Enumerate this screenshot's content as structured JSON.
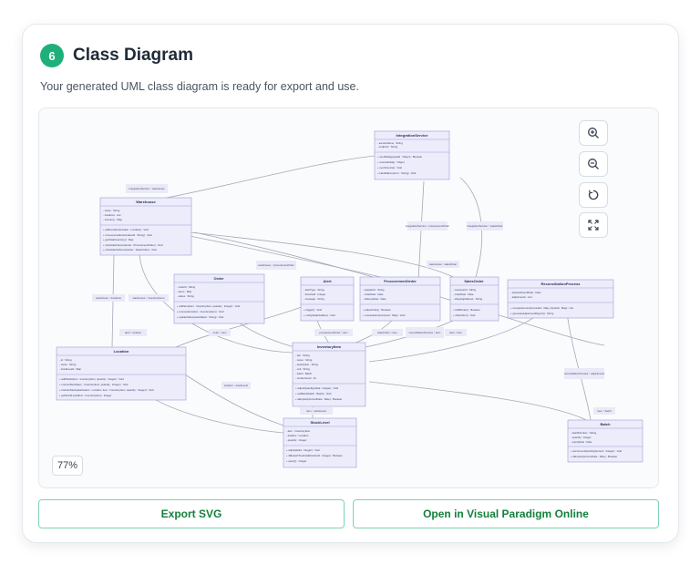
{
  "header": {
    "step_number": "6",
    "title": "Class Diagram",
    "subtitle": "Your generated UML class diagram is ready for export and use."
  },
  "toolbar": {
    "zoom_in_icon": "zoom-in-icon",
    "zoom_out_icon": "zoom-out-icon",
    "reset_icon": "reset-icon",
    "fullscreen_icon": "expand-icon",
    "zoom_level": "77%"
  },
  "actions": {
    "export_svg": "Export SVG",
    "open_vp": "Open in Visual Paradigm Online"
  },
  "colors": {
    "accent": "#1fb07a",
    "class_fill": "#ececfb",
    "class_stroke": "#9b9bd6",
    "edge": "#a8a8b8"
  },
  "diagram": {
    "classes": {
      "integration": {
        "name": "IntegrationService",
        "attrs": [
          "- serviceName : String",
          "- endpoint : String"
        ],
        "ops": [
          "+ sendData(payload : Object) : Boolean",
          "+ receiveData() : Object",
          "+ synchronize() : Void",
          "+ handleError(error : String) : Void"
        ]
      },
      "warehouse": {
        "name": "Warehouse",
        "attrs": [
          "- name : String",
          "- locations : List",
          "- inventory : Map"
        ],
        "ops": [
          "+ addLocation(location : Location) : Void",
          "+ removeLocation(locationId : String) : Void",
          "+ getTotalInventory() : Map",
          "+ scheduleInbound(order : ProcurementOrder) : Void",
          "+ scheduleOutbound(order : SalesOrder) : Void"
        ]
      },
      "order": {
        "name": "Order",
        "attrs": [
          "- orderId : String",
          "- items : Map",
          "- status : String"
        ],
        "ops": [
          "+ addItem(item : InventoryItem, quantity : Integer) : Void",
          "+ removeItem(item : InventoryItem) : Void",
          "+ updateStatus(newStatus : String) : Void"
        ]
      },
      "alert": {
        "name": "Alert",
        "attrs": [
          "- alertType : String",
          "- threshold : Integer",
          "- message : String"
        ],
        "ops": [
          "+ trigger() : Void",
          "+ notify(stakeholders) : Void"
        ]
      },
      "procurement": {
        "name": "ProcurementOrder",
        "attrs": [
          "- supplierId : String",
          "- orderDate : Date",
          "- deliveryDate : Date"
        ],
        "ops": [
          "+ placeOrder() : Boolean",
          "+ receiveItems(received : Map) : Void"
        ]
      },
      "sales": {
        "name": "SalesOrder",
        "attrs": [
          "- customerId : String",
          "- orderDate : Date",
          "- shippingAddress : String"
        ],
        "ops": [
          "+ fulfillOrder() : Boolean",
          "+ shipOrder() : Void"
        ]
      },
      "reconciliation": {
        "name": "ReconciliationProcess",
        "attrs": [
          "- physicalCountDate : Date",
          "- adjustments : List"
        ],
        "ops": [
          "+ compareCounts(recorded : Map, physical : Map) : List",
          "+ generateAdjustmentReport() : String"
        ]
      },
      "location": {
        "name": "Location",
        "attrs": [
          "- id : String",
          "- name : String",
          "- stockLevels : Map"
        ],
        "ops": [
          "+ addStock(item : InventoryItem, quantity : Integer) : Void",
          "+ removeStock(item : InventoryItem, quantity : Integer) : Void",
          "+ transferStock(destination : Location, item : InventoryItem, quantity : Integer) : Void",
          "+ getStockLevel(item : InventoryItem) : Integer"
        ]
      },
      "inventory": {
        "name": "InventoryItem",
        "attrs": [
          "- sku : String",
          "- name : String",
          "- description : String",
          "- unit : String",
          "- batch : Batch",
          "- reorderLevel : Int"
        ],
        "ops": [
          "+ adjustQuantity(delta : Integer) : Void",
          "+ setBatch(batch : Batch) : Void",
          "+ isExpired(currentDate : Date) : Boolean"
        ]
      },
      "stocklevel": {
        "name": "StockLevel",
        "attrs": [
          "- item : InventoryItem",
          "- location : Location",
          "- quantity : Integer"
        ],
        "ops": [
          "+ adjust(delta : Integer) : Void",
          "+ isBelowThreshold(threshold : Integer) : Boolean",
          "+ query() : Integer"
        ]
      },
      "batch": {
        "name": "Batch",
        "attrs": [
          "- batchNumber : String",
          "- quantity : Integer",
          "- expiryDate : Date"
        ],
        "ops": [
          "+ decrementQuantity(amount : Integer) : Void",
          "+ isExpired(currentDate : Date) : Boolean"
        ]
      }
    },
    "edge_labels": {
      "l1": "IntegrationService ↑ warehouse",
      "l2": "IntegrationService ↑ procurementOrder",
      "l3": "IntegrationService ↑ salesOrder",
      "l4": "warehouse ↑ procurementOrder",
      "l5": "warehouse ↑ salesOrder",
      "l6": "warehouse ↑ locations",
      "l7": "warehouse ↑ inventoryItems",
      "l8": "alert ↑ location",
      "l9": "order ↑ item",
      "l10": "procurementOrder ↑ item",
      "l11": "salesOrder ↑ item",
      "l12": "reconciliationProcess ↑ item",
      "l13": "alert ↑ item",
      "l14": "reconciliationProcess ↑ adjustments",
      "l15": "item ↑ stockLevel",
      "l16": "location ↑ stockLevel",
      "l17": "item ↑ batch"
    }
  }
}
